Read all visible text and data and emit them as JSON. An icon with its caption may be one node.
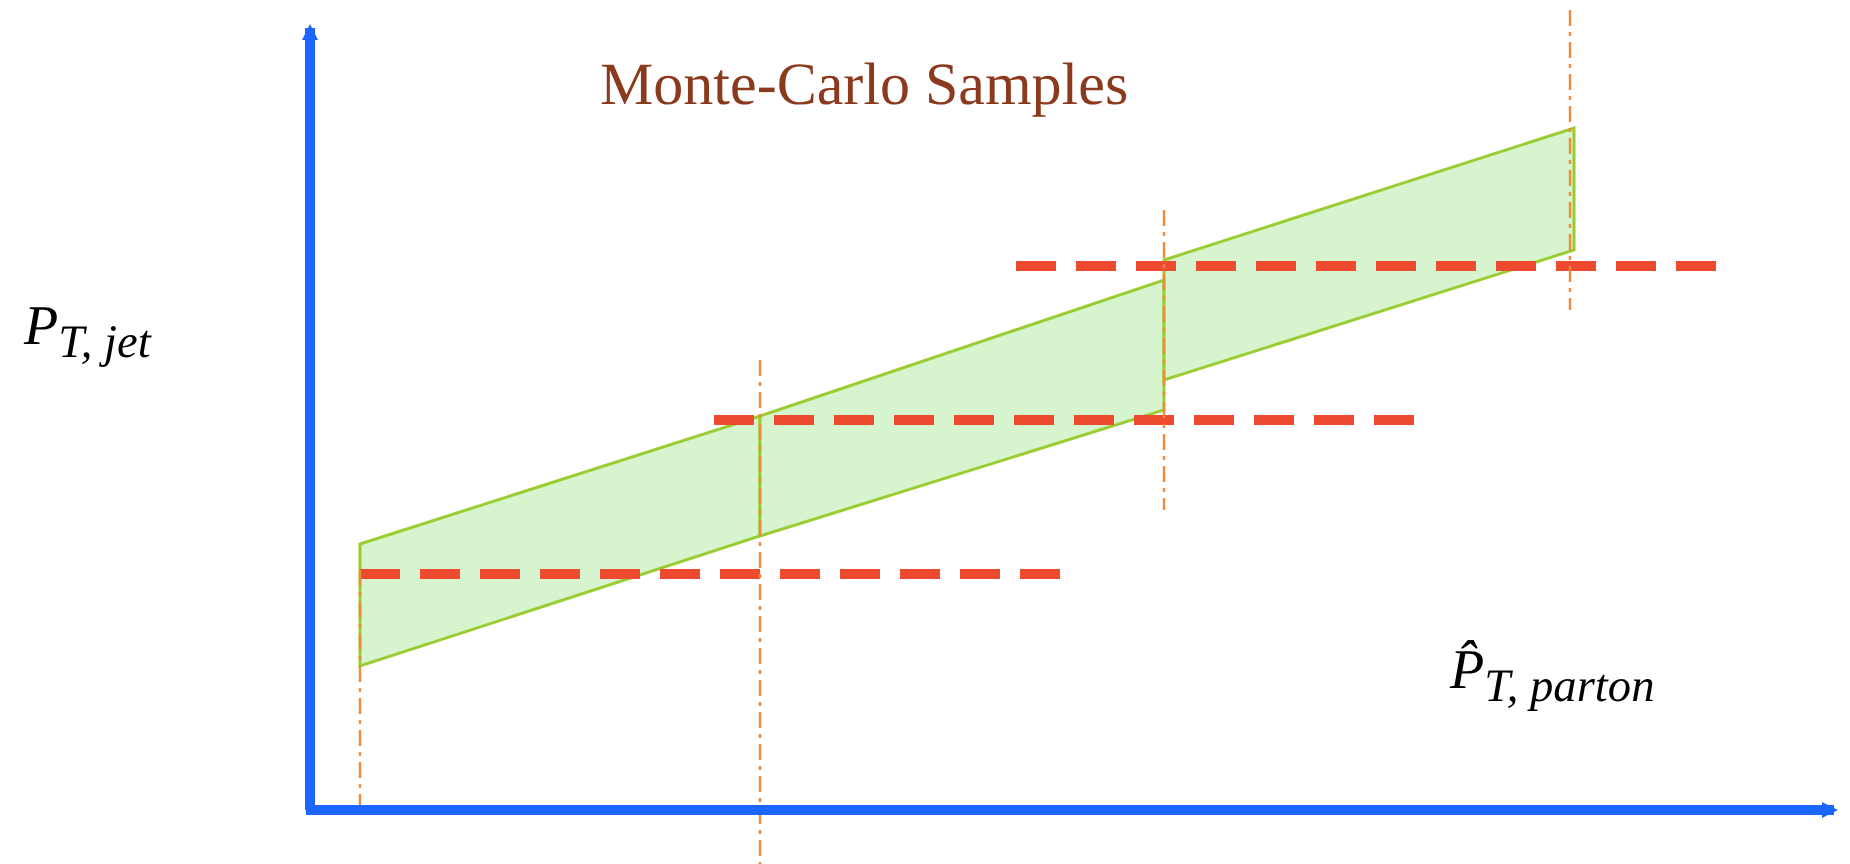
{
  "diagram": {
    "title": "Monte-Carlo Samples",
    "labels": [
      "P$_{T, jet}$",
      "P̂$_{T, parton}$"
    ]
  }
}
